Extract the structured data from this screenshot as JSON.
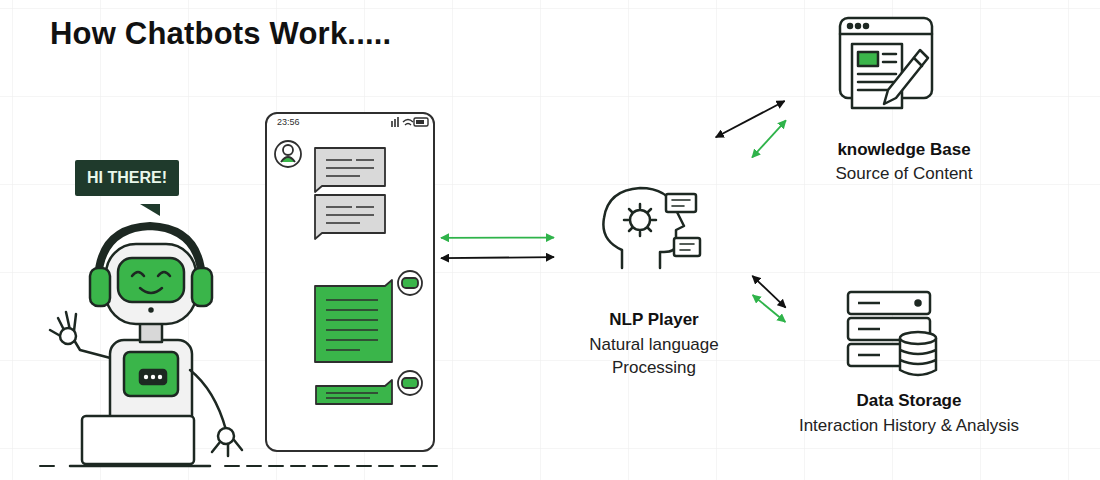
{
  "diagram": {
    "title": "How Chatbots Work.....",
    "nodes": [
      {
        "text": [
          "HI THERE!"
        ]
      },
      {
        "text": [
          "23:56"
        ]
      },
      {
        "text": [
          "NLP Player",
          "Natural language Processing"
        ]
      },
      {
        "text": [
          "knowledge Base",
          "Source of Content"
        ]
      },
      {
        "text": [
          "Data Storage",
          "Interaction History & Analysis"
        ]
      }
    ],
    "edges": [
      {
        "from": 1,
        "to": 2,
        "arrow": "both"
      },
      {
        "from": 1,
        "to": 2,
        "arrow": "both"
      },
      {
        "from": 2,
        "to": 3,
        "arrow": "both"
      },
      {
        "from": 2,
        "to": 3,
        "arrow": "both"
      },
      {
        "from": 2,
        "to": 4,
        "arrow": "both"
      },
      {
        "from": 2,
        "to": 4,
        "arrow": "both"
      }
    ]
  }
}
